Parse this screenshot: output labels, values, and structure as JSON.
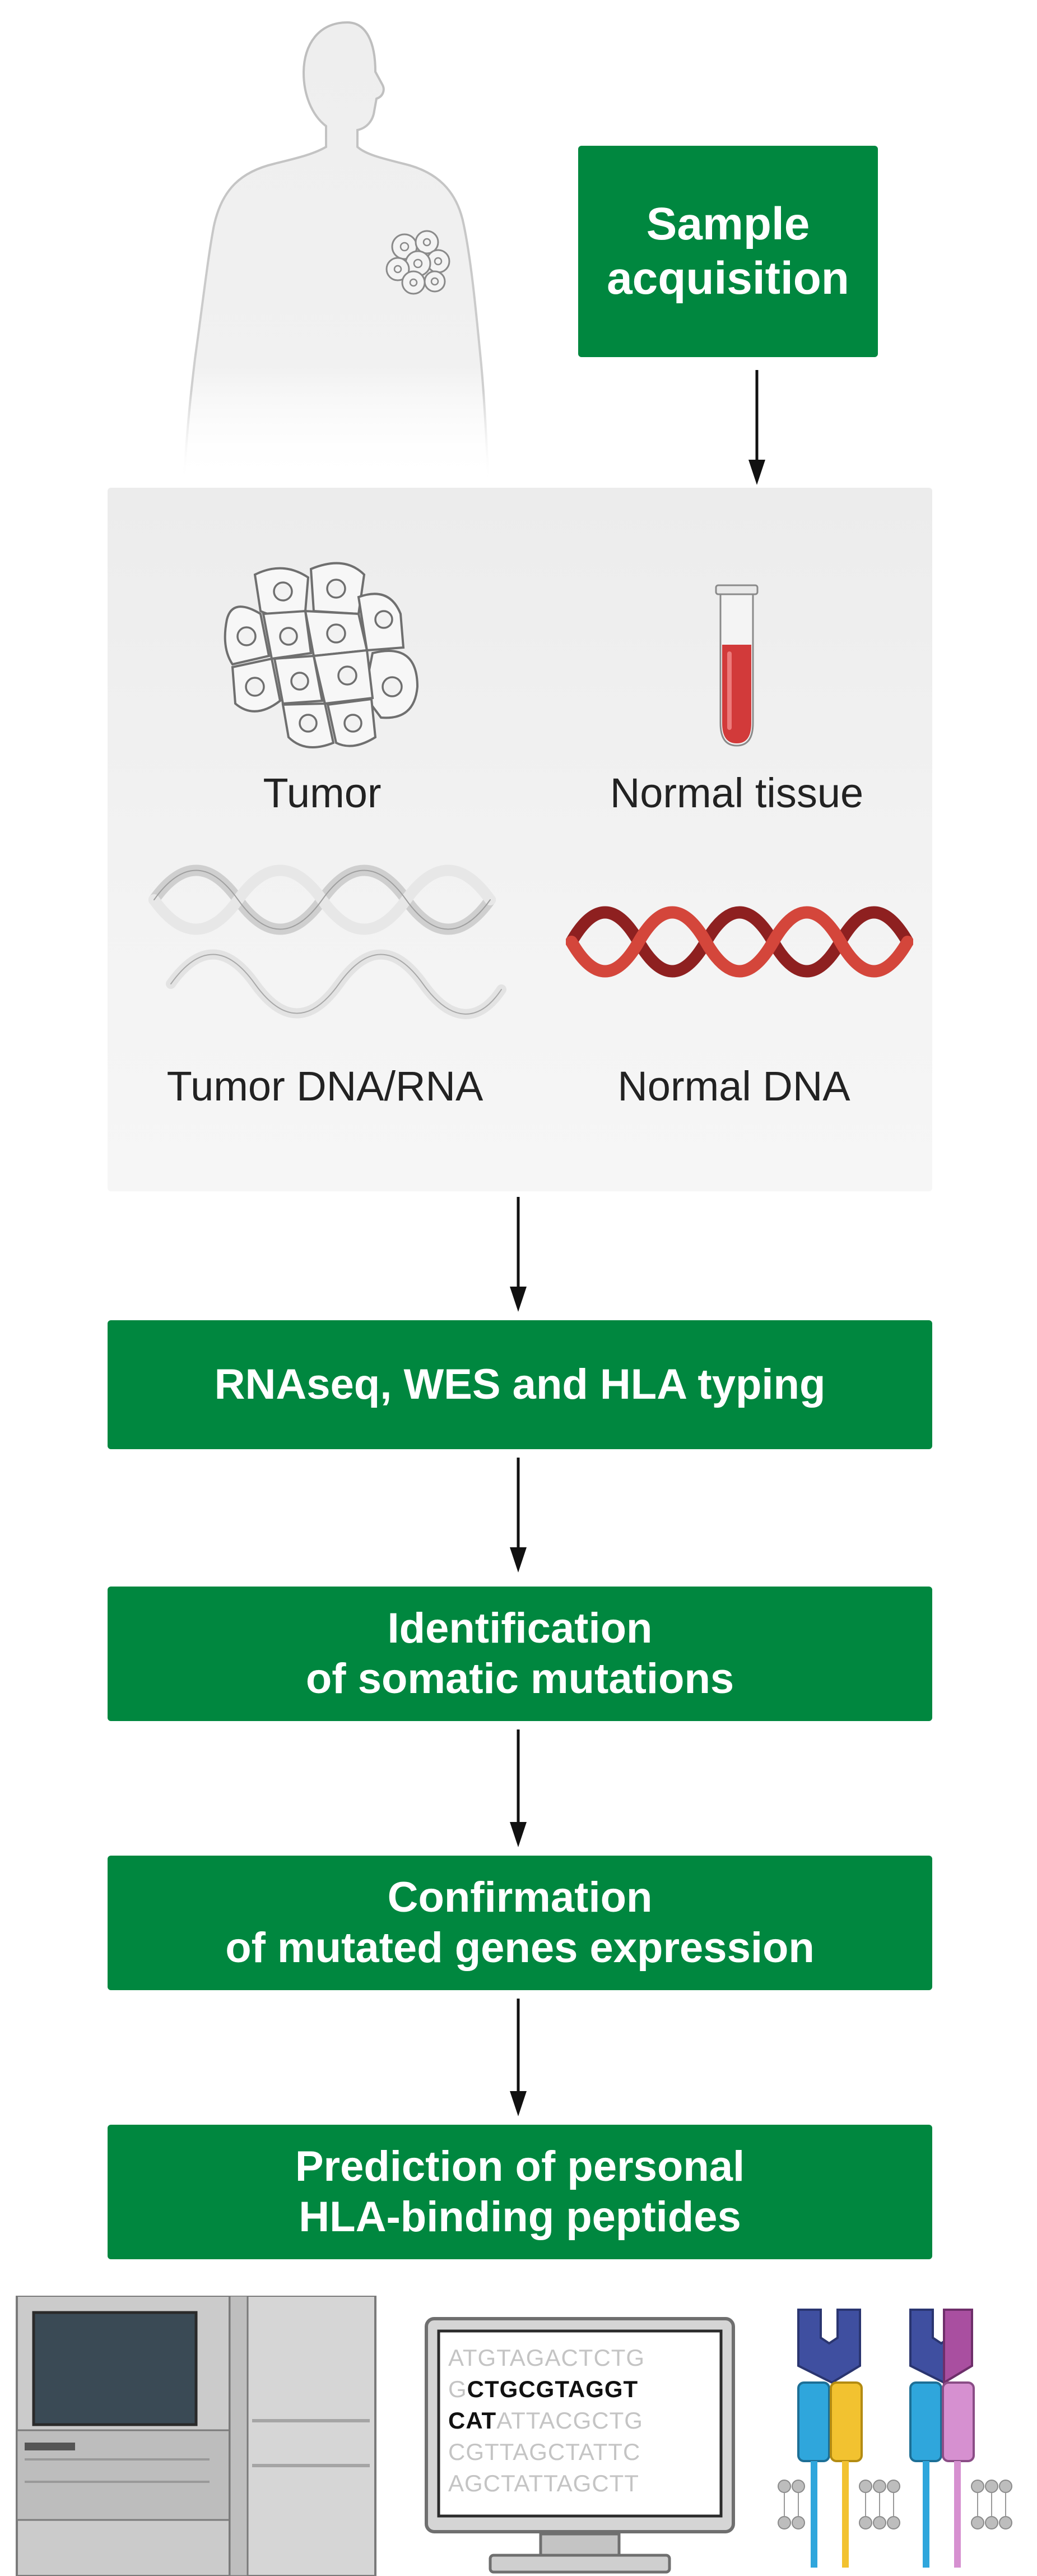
{
  "steps": {
    "sample_acquisition": [
      "Sample",
      "acquisition"
    ],
    "sequencing": [
      "RNAseq, WES and HLA typing"
    ],
    "identification": [
      "Identification",
      "of somatic mutations"
    ],
    "confirmation": [
      "Confirmation",
      "of mutated genes expression"
    ],
    "prediction": [
      "Prediction of personal",
      "HLA-binding peptides"
    ]
  },
  "samples": {
    "tumor": "Tumor",
    "normal_tissue": "Normal tissue",
    "tumor_dna_rna": "Tumor DNA/RNA",
    "normal_dna": "Normal DNA"
  },
  "monitor_sequence": {
    "line1": "ATGTAGACTCTG",
    "line2_dim": "G",
    "line2_bold": "CTGCGTAGGT",
    "line3_bold": "CAT",
    "line3_dim": "ATTACGCTG",
    "line4": "CGTTAGCTATTC",
    "line5": "AGCTATTAGCTT"
  },
  "colors": {
    "step_box": "#00873f",
    "panel_bg": "#efefef",
    "normal_dna": "#c0392b",
    "tube_blood": "#d23a3a",
    "arrow": "#111111"
  },
  "icons": {
    "body": "human-silhouette-icon",
    "tumor": "tumor-cells-icon",
    "tube": "blood-tube-icon",
    "sequencer": "sequencer-machine-icon",
    "monitor": "computer-monitor-icon",
    "hla": "hla-receptor-icon"
  }
}
